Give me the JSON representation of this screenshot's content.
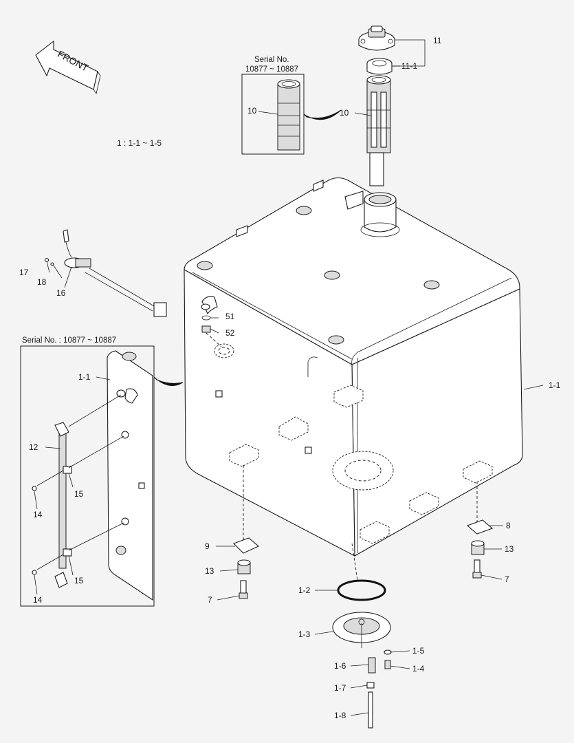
{
  "diagram": {
    "scope_note": "1 : 1-1 ~ 1-5",
    "front_label": "FRONT",
    "inset_top": {
      "title_line1": "Serial No.",
      "title_line2": "10877 ~ 10887"
    },
    "inset_left": {
      "title": "Serial No. : 10877 ~ 10887"
    },
    "callouts": {
      "p11": "11",
      "p11_1": "11-1",
      "p10_inset": "10",
      "p10": "10",
      "p17": "17",
      "p18": "18",
      "p16": "16",
      "p51": "51",
      "p52": "52",
      "p1_1_inset": "1-1",
      "p1_1": "1-1",
      "p12": "12",
      "p15a": "15",
      "p14a": "14",
      "p15b": "15",
      "p14b": "14",
      "p8": "8",
      "p9": "9",
      "p13a": "13",
      "p13b": "13",
      "p7a": "7",
      "p7b": "7",
      "p1_2": "1-2",
      "p1_3": "1-3",
      "p1_5": "1-5",
      "p1_6": "1-6",
      "p1_4": "1-4",
      "p1_7": "1-7",
      "p1_8": "1-8"
    }
  }
}
